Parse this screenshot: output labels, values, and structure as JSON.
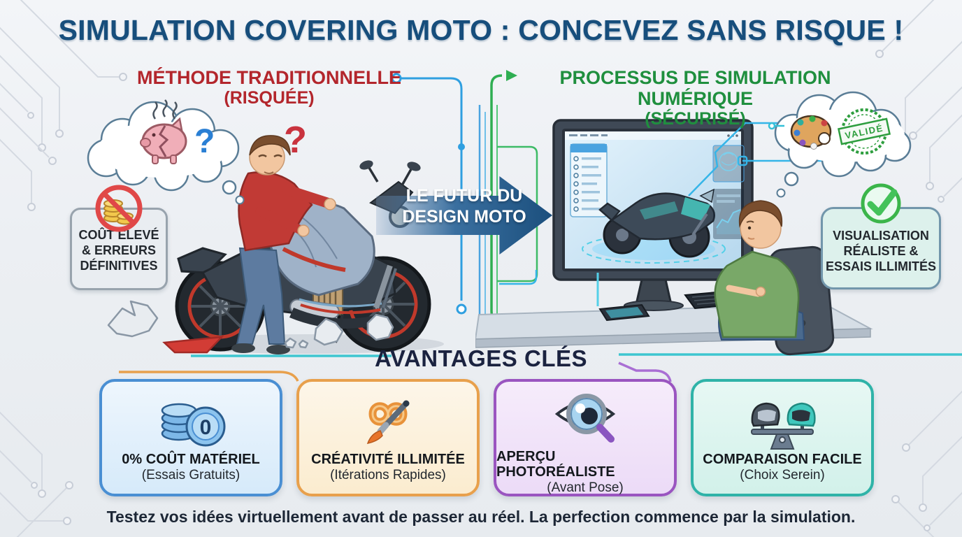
{
  "title": "SIMULATION COVERING MOTO : CONCEVEZ SANS RISQUE !",
  "traditional": {
    "heading": "MÉTHODE TRADITIONNELLE",
    "subheading": "(RISQUÉE)",
    "badge_lines": [
      "COÛT ÉLEVÉ",
      "& ERREURS",
      "DÉFINITIVES"
    ]
  },
  "digital": {
    "heading": "PROCESSUS DE SIMULATION NUMÉRIQUE",
    "subheading": "(SÉCURISÉ)",
    "badge_lines": [
      "VISUALISATION",
      "RÉALISTE &",
      "ESSAIS ILLIMITÉS"
    ],
    "stamp": "VALIDÉ"
  },
  "arrow": {
    "line1": "LE FUTUR DU",
    "line2": "DESIGN MOTO"
  },
  "advantages": {
    "heading": "AVANTAGES CLÉS",
    "cards": [
      {
        "icon": "coins-zero-icon",
        "coin_label": "0",
        "title": "0% COÛT MATÉRIEL",
        "subtitle": "(Essais Gratuits)",
        "accent": "#4a8fd3"
      },
      {
        "icon": "infinity-brush-icon",
        "title": "CRÉATIVITÉ ILLIMITÉE",
        "subtitle": "(Itérations Rapides)",
        "accent": "#e8a04c"
      },
      {
        "icon": "eye-magnifier-icon",
        "title": "APERÇU PHOTORÉALISTE",
        "subtitle": "(Avant Pose)",
        "accent": "#9a55c0"
      },
      {
        "icon": "helmets-scale-icon",
        "title": "COMPARAISON FACILE",
        "subtitle": "(Choix Serein)",
        "accent": "#2fb3a8"
      }
    ]
  },
  "footer": "Testez vos idées virtuellement avant de passer au réel. La perfection commence par la simulation.",
  "icons": {
    "left_badge": "no-money-icon",
    "right_badge": "check-circle-icon",
    "left_bubble": "broken-piggy-bank-icon",
    "right_bubble": "palette-icon"
  },
  "colors": {
    "title": "#174e7c",
    "traditional": "#b3262c",
    "digital": "#1f8f3e",
    "arrow_dark": "#1b4f7d",
    "connector_blue": "#2f9fe0",
    "connector_green": "#2fae52"
  }
}
